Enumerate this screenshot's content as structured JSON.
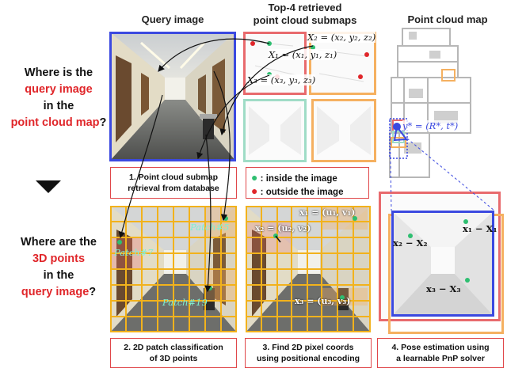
{
  "headers": {
    "query_image": "Query image",
    "top4_line1": "Top-4 retrieved",
    "top4_line2": "point cloud submaps",
    "point_cloud_map": "Point cloud map"
  },
  "questions": {
    "q1": [
      "Where is the",
      "query image",
      "in the",
      "point cloud map",
      "?"
    ],
    "q2": [
      "Where are the",
      "3D points",
      "in the",
      "query image",
      "?"
    ]
  },
  "legend": {
    "inside": ": inside the image",
    "outside": ": outside the image",
    "inside_color": "#2fbf71",
    "outside_color": "#e0262a"
  },
  "submap_labels": {
    "x1": "X₁ = (x₁, y₁, z₁)",
    "x2": "X₂ = (x₂, y₂, z₂)",
    "x3": "X₃ = (x₃, y₃, z₃)"
  },
  "pose_label": "y* = (R*, t*)",
  "patches": {
    "p5": "Patch#5",
    "p7": "Patch#7",
    "p19": "Patch#19"
  },
  "pixel_coords": {
    "x1": "x₁ = (u₁, v₁)",
    "x2": "x₂ = (u₂, v₂)",
    "x3": "x₃ = (u₃, v₃)"
  },
  "correspondences": {
    "c1": "x₁ − X₁",
    "c2": "x₂ − X₂",
    "c3": "x₃ − X₃"
  },
  "steps": {
    "s1": [
      "1. Point cloud submap",
      "retrieval from database"
    ],
    "s2": [
      "2. 2D patch classification",
      "of 3D points"
    ],
    "s3": [
      "3. Find 2D pixel coords",
      "using positional encoding"
    ],
    "s4": [
      "4. Pose estimation using",
      "a learnable PnP solver"
    ]
  },
  "colors": {
    "query_border": "#3b49e0",
    "submap_red": "#e86a6d",
    "submap_orange": "#f5b060",
    "submap_green": "#9fdcc6",
    "grid_orange": "#f2b21c",
    "arrow_black": "#111111"
  }
}
